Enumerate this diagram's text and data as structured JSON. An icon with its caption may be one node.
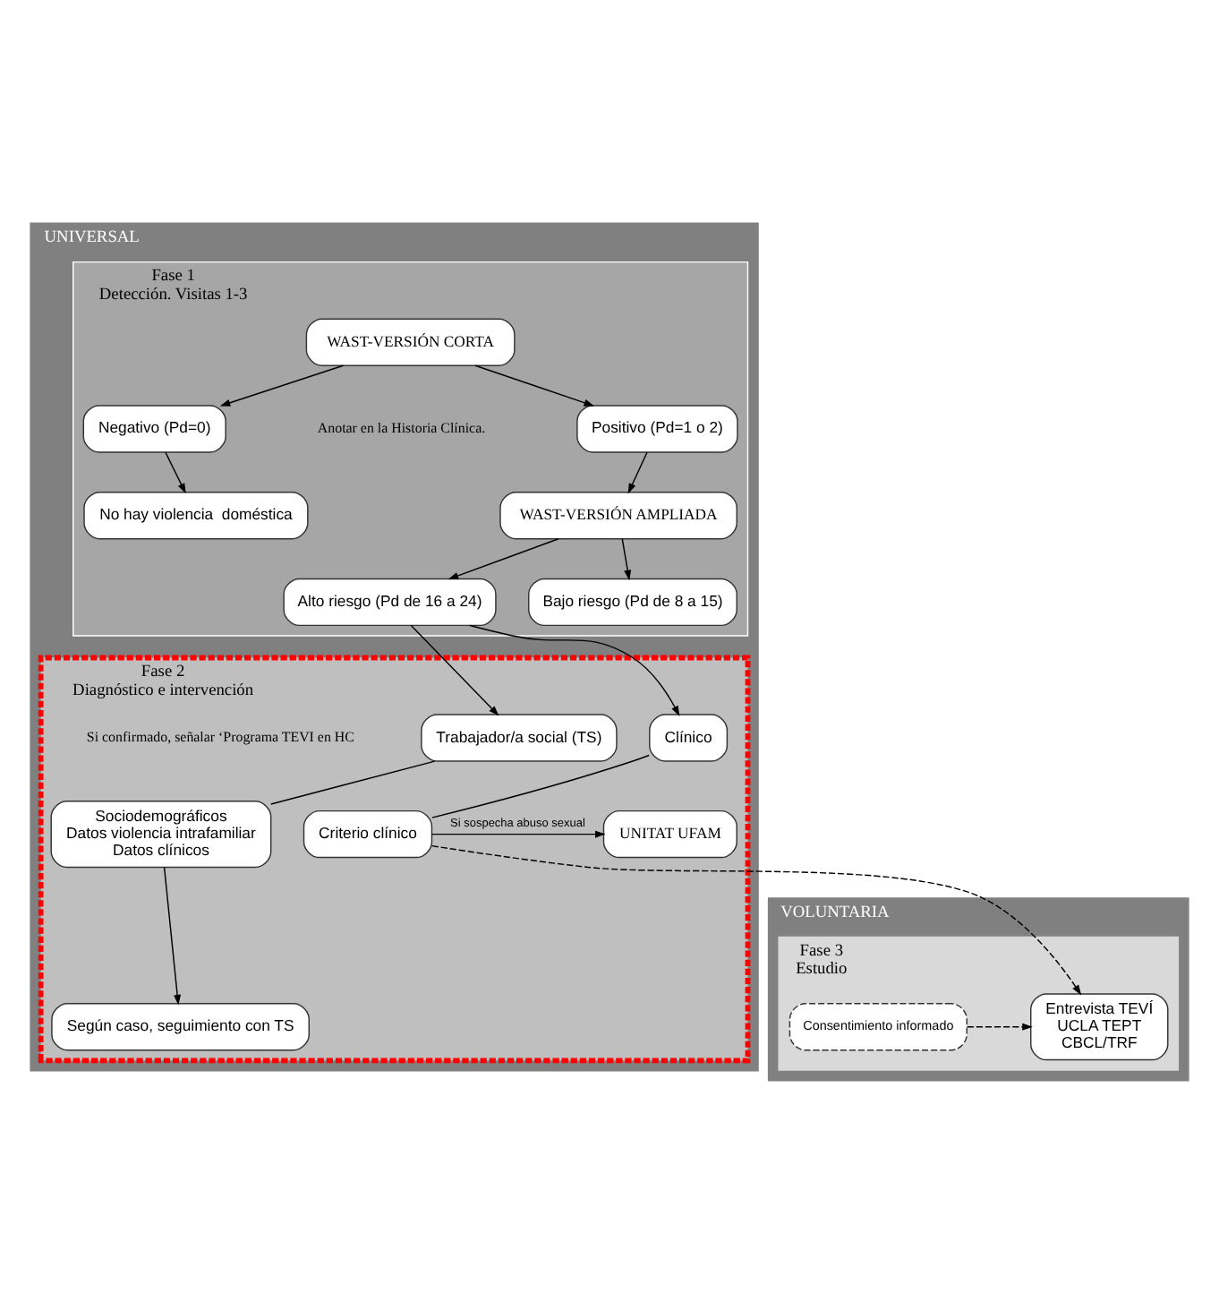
{
  "diagram": {
    "nodes": [
      {
        "text": [
          "UNIVERSAL"
        ]
      },
      {
        "text": [
          "Fase 1",
          "Detección. Visitas 1-3"
        ],
        "in": 0
      },
      {
        "text": [
          "WAST-VERSIÓN CORTA"
        ],
        "in": 1
      },
      {
        "text": [
          "Negativo (Pd=0)"
        ],
        "in": 1
      },
      {
        "text": [
          "Positivo (Pd=1 o 2)"
        ],
        "in": 1
      },
      {
        "text": [
          "No hay violencia  doméstica"
        ],
        "in": 1
      },
      {
        "text": [
          "WAST-VERSIÓN AMPLIADA"
        ],
        "in": 1
      },
      {
        "text": [
          "Alto riesgo (Pd de 16 a 24)"
        ],
        "in": 1
      },
      {
        "text": [
          "Bajo riesgo (Pd de 8 a 15)"
        ],
        "in": 1
      },
      {
        "text": [
          "Fase 2",
          "Diagnóstico e intervención"
        ],
        "in": 0
      },
      {
        "text": [
          "Clínico"
        ],
        "in": 9
      },
      {
        "text": [
          "Trabajador/a social (TS)"
        ],
        "in": 9
      },
      {
        "text": [
          "Criterio clínico"
        ],
        "in": 9
      },
      {
        "text": [
          "UNITAT UFAM"
        ],
        "in": 9
      },
      {
        "text": [
          "Sociodemográficos",
          "Datos violencia intrafamiliar",
          "Datos clínicos"
        ],
        "in": 9
      },
      {
        "text": [
          "Según caso, seguimiento con TS"
        ],
        "in": 9
      },
      {
        "text": [
          "VOLUNTARIA"
        ]
      },
      {
        "text": [
          "Fase 3",
          "Estudio"
        ],
        "in": 16
      },
      {
        "text": [
          "Entrevista TEVÍ",
          "UCLA TEPT",
          "CBCL/TRF"
        ],
        "in": 17
      },
      {
        "text": [
          "Consentimiento informado"
        ],
        "in": 17
      }
    ],
    "edges": [
      {
        "from": 2,
        "to": 3,
        "arrow": "to"
      },
      {
        "from": 2,
        "to": 4,
        "arrow": "to"
      },
      {
        "from": 3,
        "to": 5,
        "arrow": "to"
      },
      {
        "from": 4,
        "to": 6,
        "arrow": "to"
      },
      {
        "from": 6,
        "to": 7,
        "arrow": "to"
      },
      {
        "from": 6,
        "to": 8,
        "arrow": "to"
      },
      {
        "from": 7,
        "to": 10,
        "arrow": "to"
      },
      {
        "from": 7,
        "to": 11,
        "arrow": "to"
      },
      {
        "from": 10,
        "to": 12,
        "arrow": "none"
      },
      {
        "from": 12,
        "to": 13,
        "arrow": "to",
        "label": "Si sospecha abuso sexual"
      },
      {
        "from": 11,
        "to": 14,
        "arrow": "none"
      },
      {
        "from": 14,
        "to": 15,
        "arrow": "to"
      },
      {
        "from": 12,
        "to": 18,
        "arrow": "to",
        "style": "dashed"
      },
      {
        "from": 19,
        "to": 18,
        "arrow": "to",
        "style": "dashed"
      }
    ],
    "labels": [
      "Anotar en la Historia Clínica.",
      "Si confirmado, señalar ‘Programa TEVI en HC"
    ]
  }
}
